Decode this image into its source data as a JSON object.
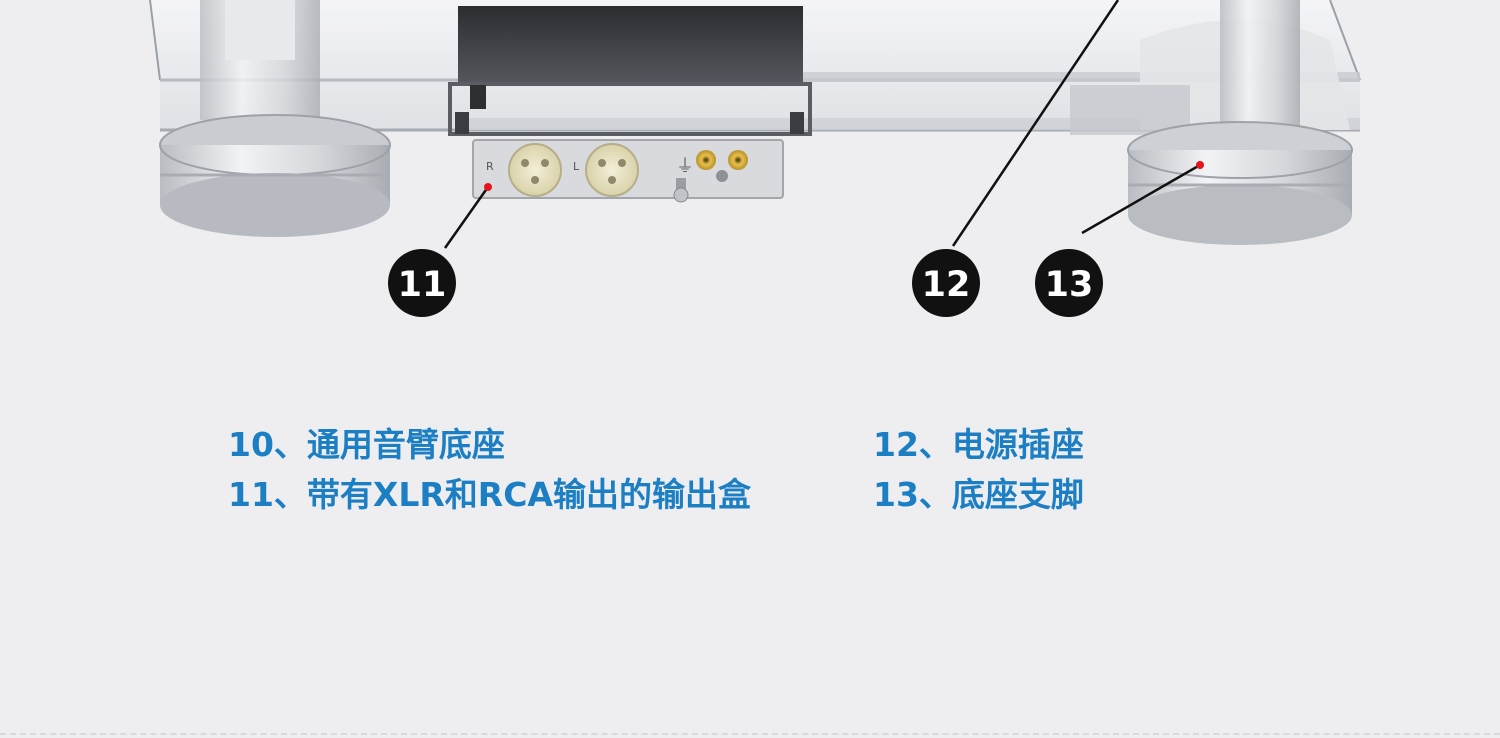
{
  "colors": {
    "background": "#eeeef1",
    "caption_text": "#1c7fc3",
    "marker_fill": "#111111",
    "marker_text": "#ffffff",
    "callout_dot": "#e5141e"
  },
  "callouts": [
    {
      "label": "11",
      "icon": "number-badge"
    },
    {
      "label": "12",
      "icon": "number-badge"
    },
    {
      "label": "13",
      "icon": "number-badge"
    }
  ],
  "captions": [
    {
      "text": "10、通用音臂底座"
    },
    {
      "text": "11、带有XLR和RCA输出的输出盒"
    },
    {
      "text": "12、电源插座"
    },
    {
      "text": "13、底座支脚"
    }
  ],
  "output_box": {
    "channel_right": "R",
    "channel_left": "L",
    "ground_symbol": "⏚"
  }
}
